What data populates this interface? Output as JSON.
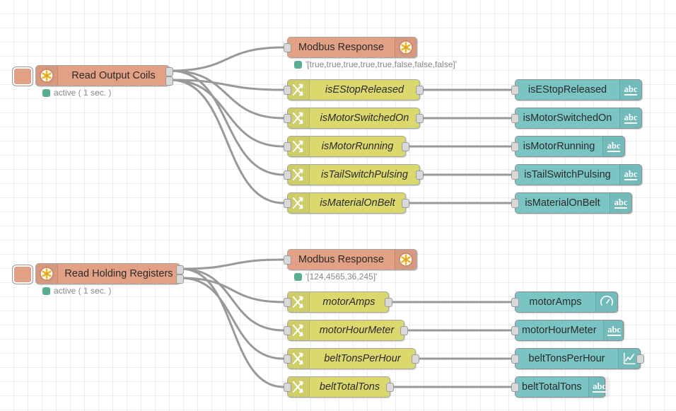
{
  "editor": {
    "name": "node-red-flow-canvas",
    "grid_size": 20,
    "colors": {
      "inject_node": "#e2a185",
      "change_node": "#dbd86e",
      "dashboard_node": "#7ac4c4",
      "wire": "#999999",
      "status_dot_green": "#5aae8f",
      "grid_line": "#ededed",
      "canvas_background": "#ffffff"
    }
  },
  "flows": [
    {
      "id": "coils",
      "source": {
        "label": "Read Output Coils",
        "icon": "modbus-asterisk-icon",
        "status": "active ( 1 sec. )"
      },
      "response": {
        "label": "Modbus Response",
        "icon": "modbus-asterisk-icon",
        "status": "'[true,true,true,true,true,false,false,false]'"
      },
      "changes": [
        {
          "label": "isEStopReleased",
          "icon": "change-swap-icon"
        },
        {
          "label": "isMotorSwitchedOn",
          "icon": "change-swap-icon"
        },
        {
          "label": "isMotorRunning",
          "icon": "change-swap-icon"
        },
        {
          "label": "isTailSwitchPulsing",
          "icon": "change-swap-icon"
        },
        {
          "label": "isMaterialOnBelt",
          "icon": "change-swap-icon"
        }
      ],
      "dashboard": [
        {
          "label": "isEStopReleased",
          "icon": "abc-text-icon",
          "has_output": false
        },
        {
          "label": "isMotorSwitchedOn",
          "icon": "abc-text-icon",
          "has_output": false
        },
        {
          "label": "isMotorRunning",
          "icon": "abc-text-icon",
          "has_output": false
        },
        {
          "label": "isTailSwitchPulsing",
          "icon": "abc-text-icon",
          "has_output": false
        },
        {
          "label": "isMaterialOnBelt",
          "icon": "abc-text-icon",
          "has_output": false
        }
      ]
    },
    {
      "id": "registers",
      "source": {
        "label": "Read Holding Registers",
        "icon": "modbus-asterisk-icon",
        "status": "active ( 1 sec. )"
      },
      "response": {
        "label": "Modbus Response",
        "icon": "modbus-asterisk-icon",
        "status": "'[124,4565,36,245]'"
      },
      "changes": [
        {
          "label": "motorAmps",
          "icon": "change-swap-icon"
        },
        {
          "label": "motorHourMeter",
          "icon": "change-swap-icon"
        },
        {
          "label": "beltTonsPerHour",
          "icon": "change-swap-icon"
        },
        {
          "label": "beltTotalTons",
          "icon": "change-swap-icon"
        }
      ],
      "dashboard": [
        {
          "label": "motorAmps",
          "icon": "gauge-icon",
          "has_output": false
        },
        {
          "label": "motorHourMeter",
          "icon": "abc-text-icon",
          "has_output": false
        },
        {
          "label": "beltTonsPerHour",
          "icon": "chart-icon",
          "has_output": true
        },
        {
          "label": "beltTotalTons",
          "icon": "abc-text-icon",
          "has_output": false
        }
      ]
    }
  ]
}
